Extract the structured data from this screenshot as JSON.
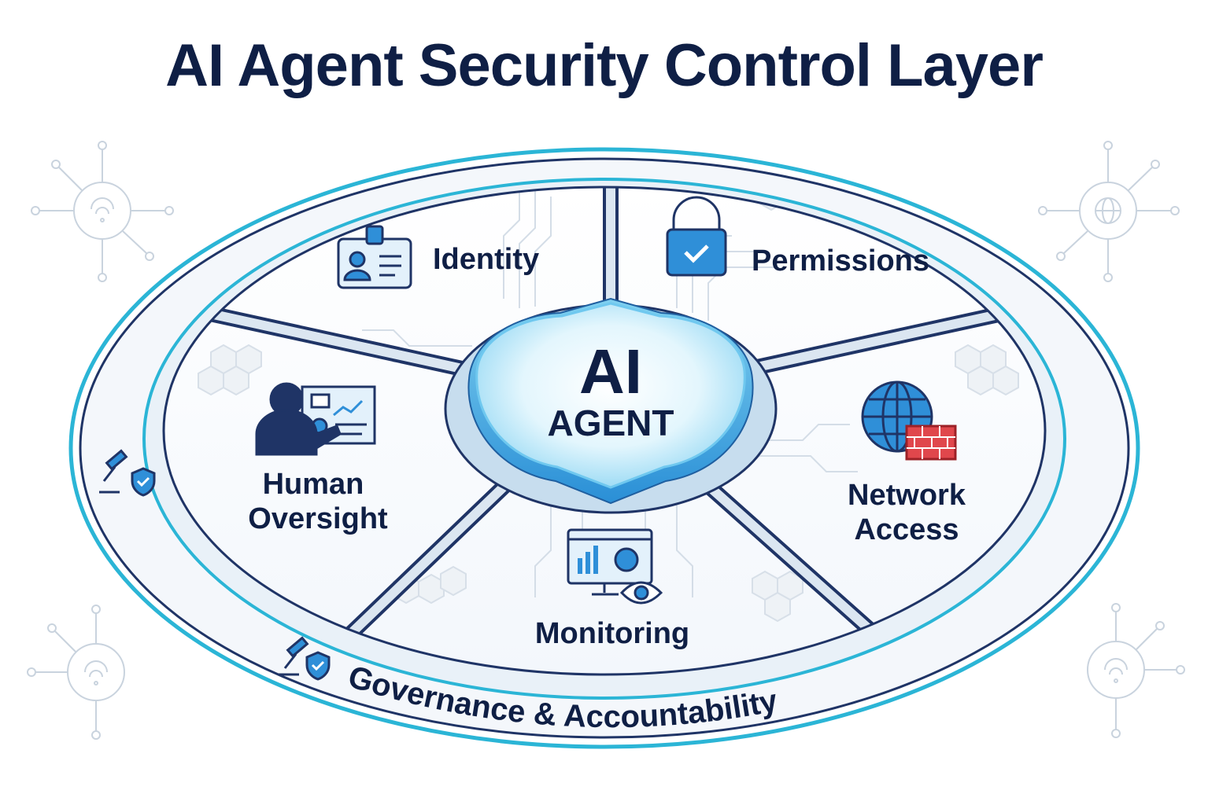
{
  "title": "AI Agent Security Control Layer",
  "core": {
    "line1": "AI",
    "line2": "AGENT"
  },
  "segments": [
    {
      "label": "Identity",
      "icon": "id-badge-icon"
    },
    {
      "label": "Permissions",
      "icon": "padlock-check-icon"
    },
    {
      "label_lines": [
        "Network",
        "Access"
      ],
      "icon": "globe-firewall-icon"
    },
    {
      "label": "Monitoring",
      "icon": "monitor-eye-icon"
    },
    {
      "label_lines": [
        "Human",
        "Oversight"
      ],
      "icon": "person-dashboard-icon"
    }
  ],
  "outer_ring": {
    "label": "Governance & Accountability",
    "icon": "gavel-shield-icon"
  },
  "colors": {
    "navy": "#0f1f45",
    "accent_cyan": "#2bb5d6",
    "icon_blue": "#2f8fd8",
    "firewall_red": "#e0474c",
    "core_glow": "#bfe9fa",
    "background": "#ffffff"
  }
}
